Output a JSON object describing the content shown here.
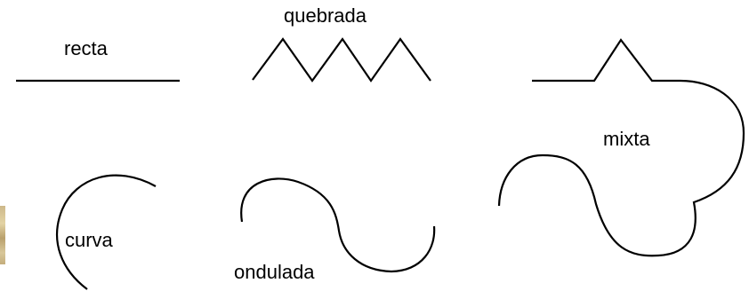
{
  "labels": {
    "recta": "recta",
    "quebrada": "quebrada",
    "mixta": "mixta",
    "curva": "curva",
    "ondulada": "ondulada"
  },
  "colors": {
    "stroke": "#000000",
    "background": "#ffffff"
  }
}
